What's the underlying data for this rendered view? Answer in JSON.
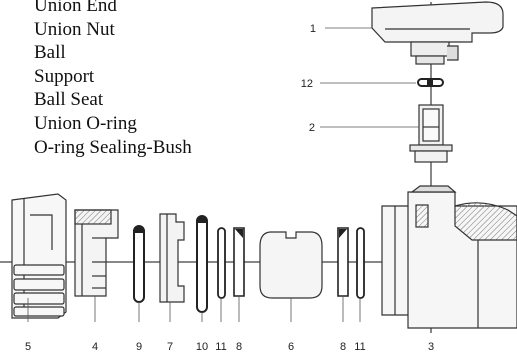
{
  "parts_list": [
    "Union End",
    "Union Nut",
    "Ball",
    "Support",
    "Ball Seat",
    "Union O-ring",
    "O-ring Sealing-Bush"
  ],
  "callouts": {
    "handle": "1",
    "o_ring_stem": "12",
    "stem": "2",
    "union_nut": "5",
    "union_end": "4",
    "o_ring_a": "9",
    "support": "7",
    "o_ring_b": "10",
    "o_ring_c": "11",
    "seat_left": "8",
    "ball": "6",
    "seat_right": "8",
    "o_ring_d": "11",
    "body": "3"
  }
}
